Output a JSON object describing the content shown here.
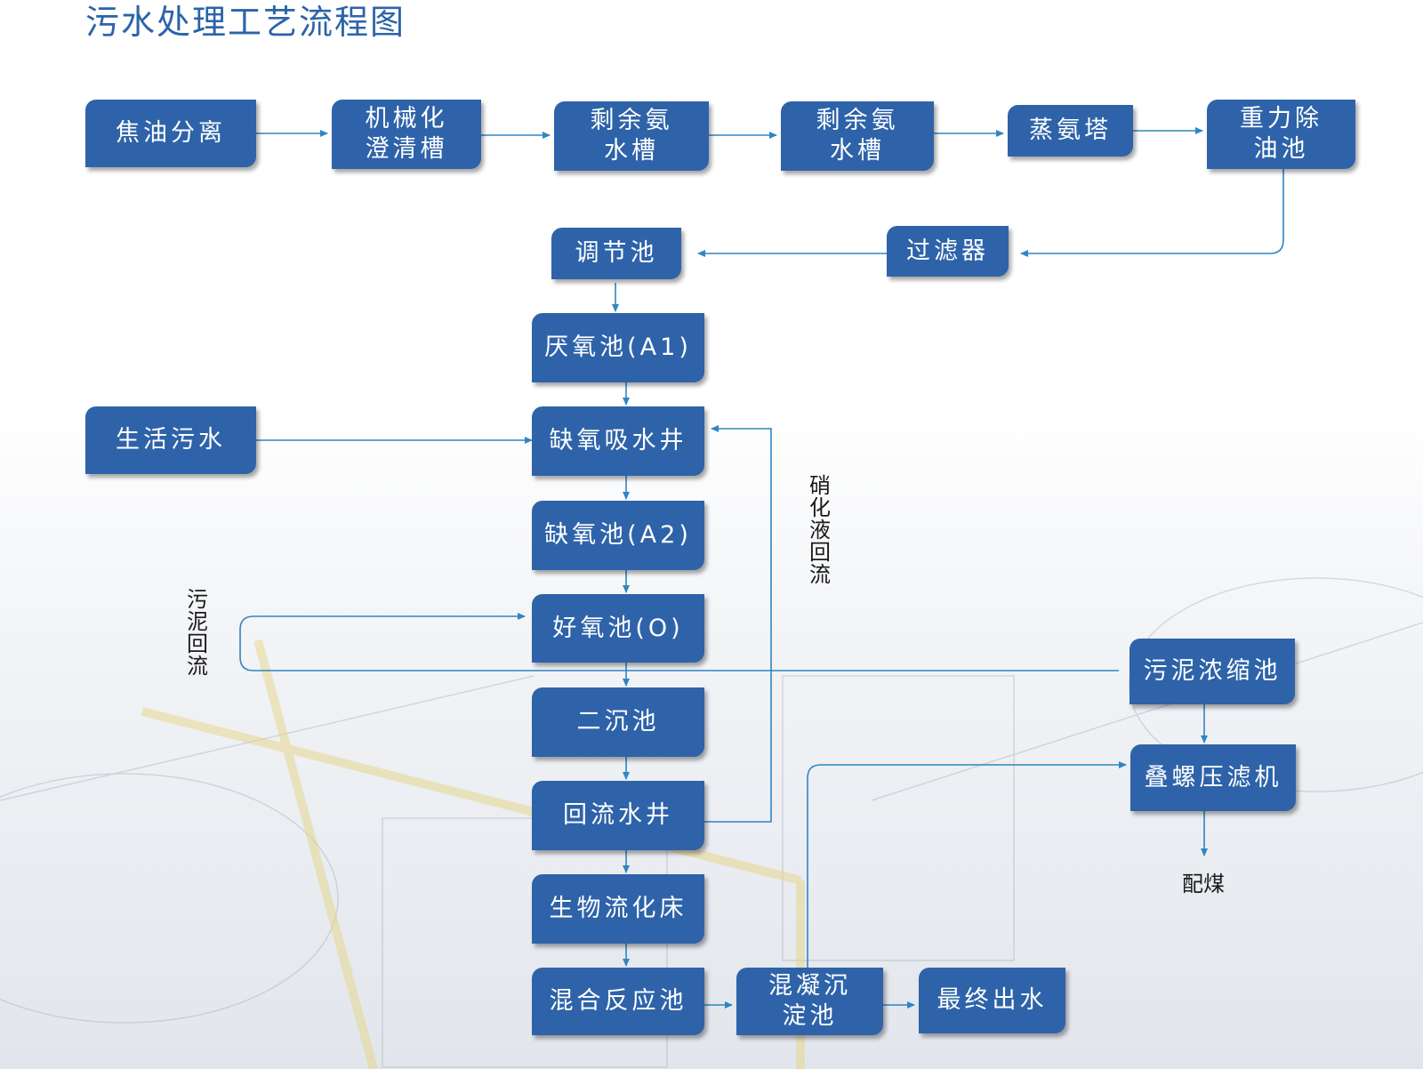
{
  "title": "污水处理工艺流程图",
  "nodes": {
    "jiaoyou": "焦油分离",
    "jixiehua": "机械化\n澄清槽",
    "shengyu1": "剩余氨\n水槽",
    "shengyu2": "剩余氨\n水槽",
    "zhengan": "蒸氨塔",
    "zhongli": "重力除\n油池",
    "guolv": "过滤器",
    "tiaojie": "调节池",
    "yanyang": "厌氧池(A1)",
    "shenghuo": "生活污水",
    "queyangjing": "缺氧吸水井",
    "queyang": "缺氧池(A2)",
    "haoyang": "好氧池(O)",
    "erchen": "二沉池",
    "huiliu": "回流水井",
    "shengwu": "生物流化床",
    "hunhe": "混合反应池",
    "hunning": "混凝沉\n淀池",
    "zuizhong": "最终出水",
    "wuninongsuo": "污泥浓缩池",
    "dieluo": "叠螺压滤机"
  },
  "labels": {
    "xiaohua": "硝化液回流",
    "wuni": "污泥回流",
    "peimei": "配煤"
  },
  "colors": {
    "node": "#2e63a9",
    "line": "#2f86c2",
    "title": "#2c63a8"
  }
}
